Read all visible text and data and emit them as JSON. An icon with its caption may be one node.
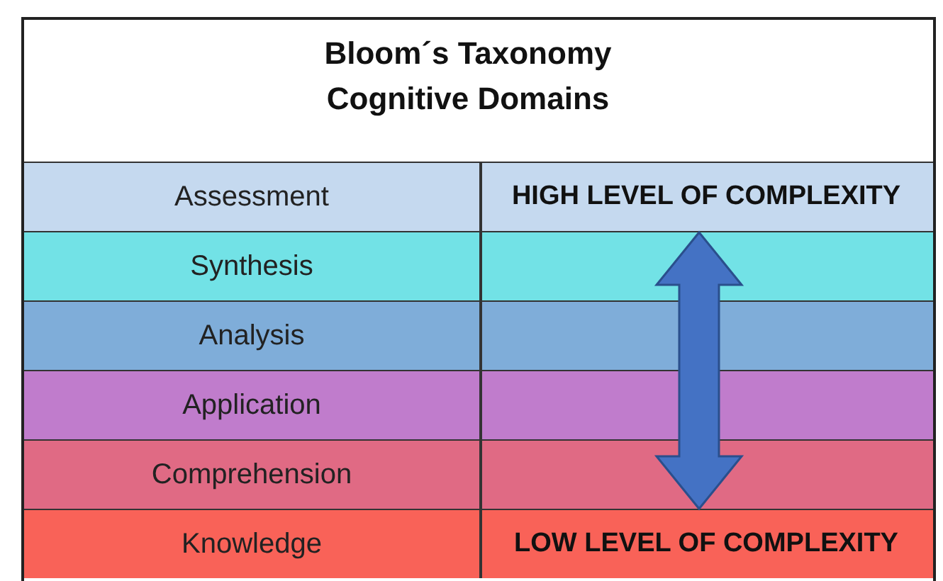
{
  "diagram": {
    "title": "Bloom´s Taxonomy Cognitive Domains",
    "nodes": [
      {
        "text": [
          "Assessment",
          "HIGH LEVEL OF COMPLEXITY"
        ]
      },
      {
        "text": [
          "Synthesis"
        ]
      },
      {
        "text": [
          "Analysis"
        ]
      },
      {
        "text": [
          "Application"
        ]
      },
      {
        "text": [
          "Comprehension"
        ]
      },
      {
        "text": [
          "Knowledge",
          "LOW LEVEL OF COMPLEXITY"
        ]
      }
    ],
    "edges": [
      {
        "from": 0,
        "to": 5,
        "arrow": "both"
      }
    ]
  }
}
